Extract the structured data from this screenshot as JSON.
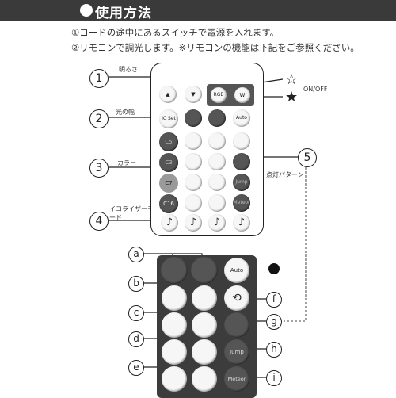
{
  "header": {
    "title": "使用方法"
  },
  "instructions": [
    "①コードの途中にあるスイッチで電源を入れます。",
    "②リモコンで調光します。※リモコンの機能は下記をご参照ください。"
  ],
  "callouts": [
    {
      "num": "1",
      "label": "明るさ"
    },
    {
      "num": "2",
      "label": "光の幅"
    },
    {
      "num": "3",
      "label": "カラー"
    },
    {
      "num": "4",
      "label": "イコライザーモード"
    },
    {
      "num": "5",
      "label": "点灯パターン"
    }
  ],
  "power": {
    "star_open": "☆",
    "star_filled": "★",
    "label": "ON/OFF"
  },
  "remote": {
    "up": "▲",
    "down": "▼",
    "rgb": "RGB",
    "w": "W",
    "ic_set": "IC Set",
    "auto": "Auto",
    "colors": [
      "C5",
      "C3",
      "C7",
      "C16"
    ],
    "jump": "Jump",
    "meteor": "Meteor",
    "note": "♪"
  },
  "letters": [
    "a",
    "b",
    "c",
    "d",
    "e",
    "f",
    "g",
    "h",
    "i"
  ],
  "lower": {
    "auto": "Auto",
    "jump": "Jump",
    "meteor": "Meteor"
  }
}
